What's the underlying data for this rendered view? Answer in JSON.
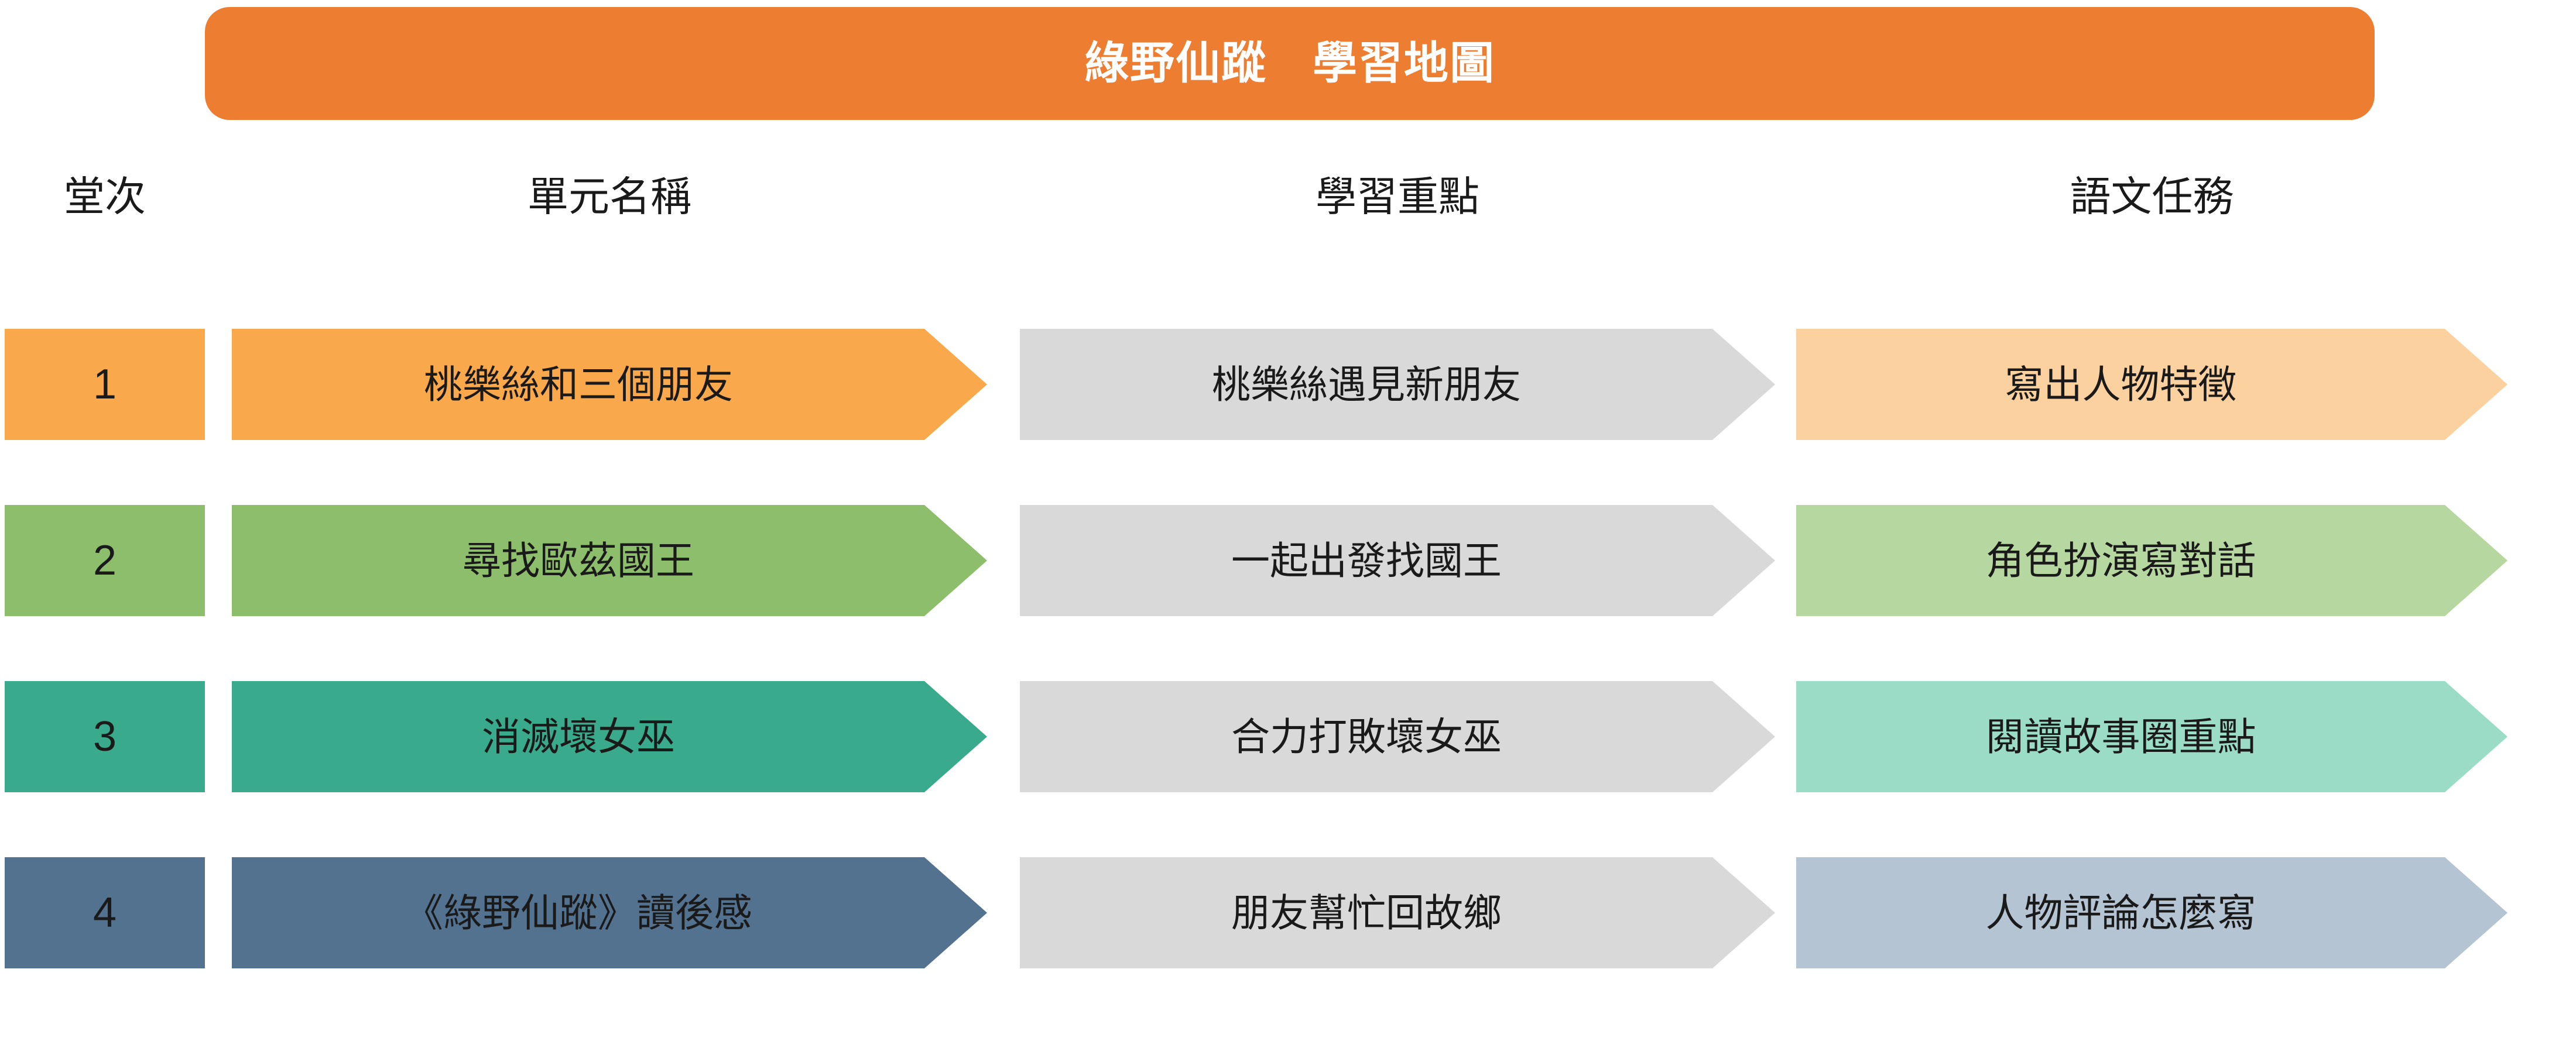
{
  "title": {
    "text": "綠野仙蹤　學習地圖"
  },
  "colors": {
    "title_bar": "#ED7D31",
    "title_text": "#FFFFFF",
    "focus_chevron": "#D9D9D9",
    "text": "#1A1A1A",
    "background": "#FFFFFF",
    "row_accents": [
      "#F9A94C",
      "#8CBE6B",
      "#3AAA8C",
      "#53728F"
    ],
    "task_accents": [
      "#FCD1A0",
      "#B6D7A0",
      "#9BDCC6",
      "#B4C4D3"
    ]
  },
  "headers": [
    {
      "label": "堂次"
    },
    {
      "label": "單元名稱"
    },
    {
      "label": "學習重點"
    },
    {
      "label": "語文任務"
    }
  ],
  "rows": [
    {
      "number": "1",
      "unit": "桃樂絲和三個朋友",
      "focus": "桃樂絲遇見新朋友",
      "task": "寫出人物特徵",
      "accent": "#F9A94C",
      "task_accent": "#FCD1A0"
    },
    {
      "number": "2",
      "unit": "尋找歐茲國王",
      "focus": "一起出發找國王",
      "task": "角色扮演寫對話",
      "accent": "#8CBE6B",
      "task_accent": "#B6D7A0"
    },
    {
      "number": "3",
      "unit": "消滅壞女巫",
      "focus": "合力打敗壞女巫",
      "task": "閱讀故事圈重點",
      "accent": "#3AAA8C",
      "task_accent": "#9BDCC6"
    },
    {
      "number": "4",
      "unit": "《綠野仙蹤》讀後感",
      "focus": "朋友幫忙回故鄉",
      "task": "人物評論怎麼寫",
      "accent": "#53728F",
      "task_accent": "#B4C4D3"
    }
  ]
}
